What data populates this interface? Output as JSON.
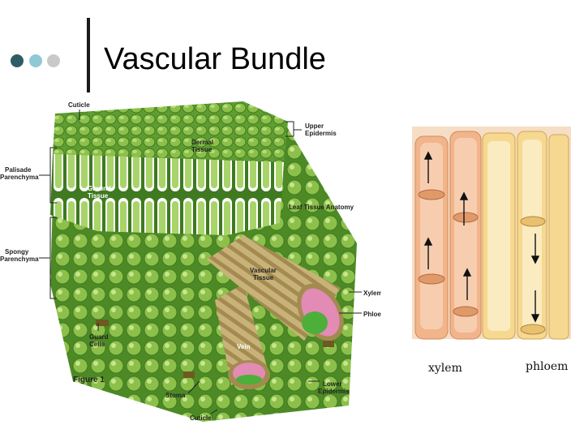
{
  "title": "Vascular Bundle",
  "leaf_figure": {
    "labels": {
      "cuticle_top": "Cuticle",
      "dermal_1": "Dermal",
      "dermal_2": "Tissue",
      "upper_epidermis_1": "Upper",
      "upper_epidermis_2": "Epidermis",
      "palisade_1": "Palisade",
      "palisade_2": "Parenchyma",
      "ground_1": "Ground",
      "ground_2": "Tissue",
      "leaf_tissue_anatomy": "Leaf Tissue Anatomy",
      "spongy_1": "Spongy",
      "spongy_2": "Parenchyma",
      "vascular_1": "Vascular",
      "vascular_2": "Tissue",
      "xylem": "Xylem",
      "phloem": "Phloem",
      "guard_1": "Guard",
      "guard_2": "Cells",
      "vein": "Vein",
      "figure": "Figure 1",
      "stoma": "Stoma",
      "lower_epidermis_1": "Lower",
      "lower_epidermis_2": "Epidermis",
      "cuticle_bottom": "Cuticle"
    }
  },
  "vessel_figure": {
    "xylem_label": "xylem",
    "phloem_label": "phloem"
  }
}
